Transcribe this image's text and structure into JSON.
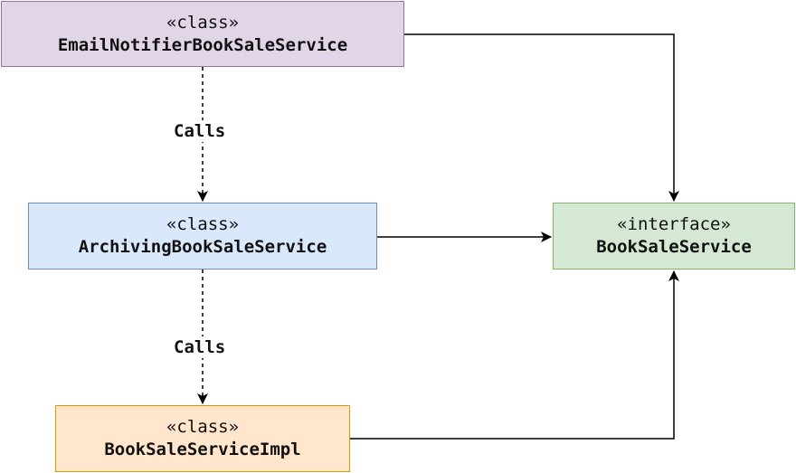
{
  "nodes": {
    "email_notifier": {
      "stereotype": "«class»",
      "name": "EmailNotifierBookSaleService"
    },
    "archiving": {
      "stereotype": "«class»",
      "name": "ArchivingBookSaleService"
    },
    "impl": {
      "stereotype": "«class»",
      "name": "BookSaleServiceImpl"
    },
    "interface": {
      "stereotype": "«interface»",
      "name": "BookSaleService"
    }
  },
  "edges": {
    "email_calls_archiving": {
      "label": "Calls"
    },
    "archiving_calls_impl": {
      "label": "Calls"
    }
  },
  "colors": {
    "email_fill": "#e1d5e7",
    "email_border": "#9673a6",
    "archiving_fill": "#dae8fc",
    "archiving_border": "#6c8ebf",
    "impl_fill": "#ffe6cc",
    "impl_border": "#d79b00",
    "interface_fill": "#d5e8d4",
    "interface_border": "#82b366",
    "edge": "#000000"
  }
}
